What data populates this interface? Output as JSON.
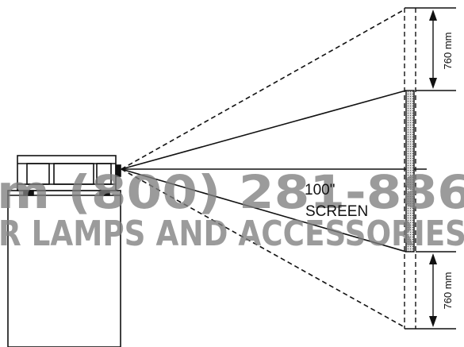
{
  "labels": {
    "screen_size": "100\"",
    "screen_word": "SCREEN",
    "offset_top": "760 mm",
    "offset_bottom": "760 mm"
  },
  "watermark": {
    "line1": "m (800) 281-886",
    "line2": "R LAMPS AND ACCESSORIES"
  },
  "colors": {
    "line": "#111111",
    "watermark": "#7f7f7f",
    "screen_fill": "#bdbdbd"
  }
}
